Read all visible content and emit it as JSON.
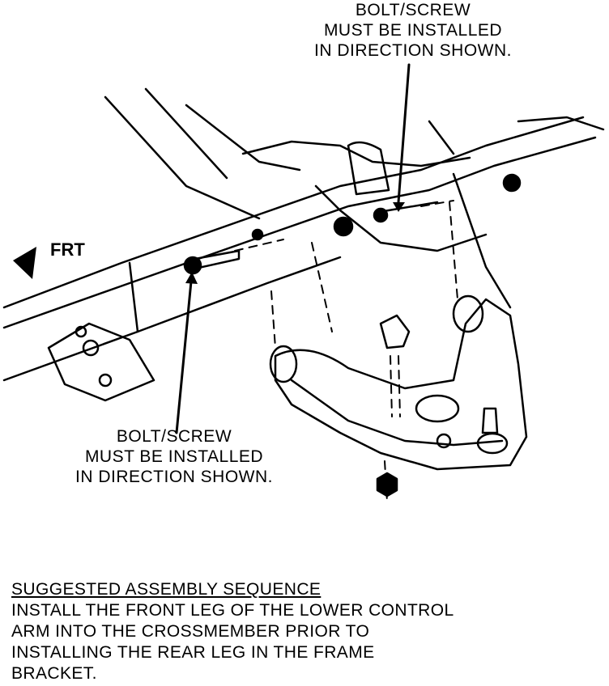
{
  "callout_top": {
    "lines": [
      "BOLT/SCREW",
      "MUST BE INSTALLED",
      "IN DIRECTION SHOWN."
    ]
  },
  "callout_bottom": {
    "lines": [
      "BOLT/SCREW",
      "MUST BE INSTALLED",
      "IN DIRECTION SHOWN."
    ]
  },
  "direction_label": "FRT",
  "note": {
    "heading": "SUGGESTED ASSEMBLY SEQUENCE",
    "lines": [
      "INSTALL THE FRONT LEG OF THE LOWER CONTROL",
      "ARM INTO THE CROSSMEMBER PRIOR TO",
      "INSTALLING THE REAR LEG IN THE FRAME",
      "BRACKET."
    ]
  }
}
